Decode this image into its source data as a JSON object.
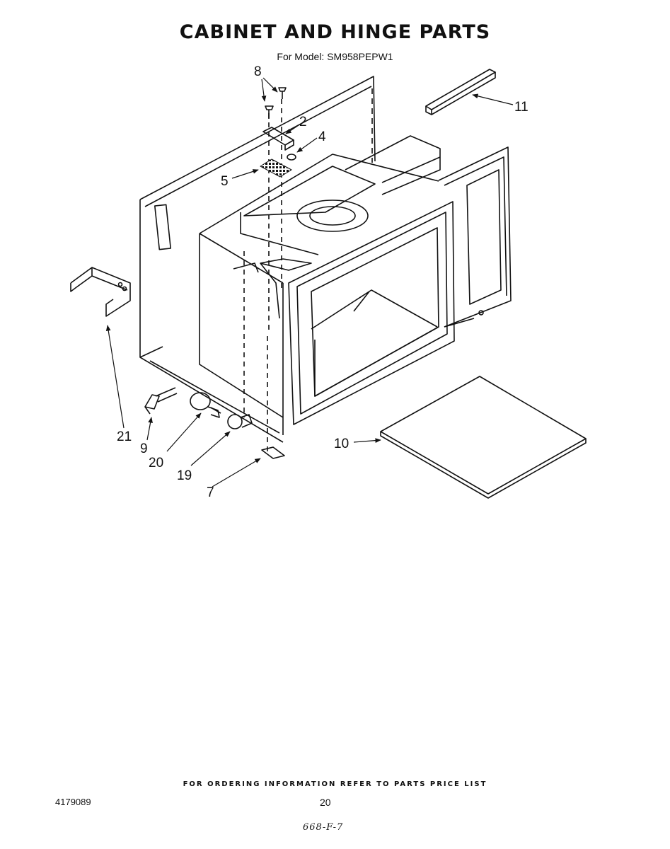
{
  "header": {
    "title": "CABINET AND HINGE PARTS",
    "subtitle": "For Model: SM958PEPW1"
  },
  "callouts": [
    {
      "id": "c8",
      "label": "8"
    },
    {
      "id": "c11",
      "label": "11"
    },
    {
      "id": "c2",
      "label": "2"
    },
    {
      "id": "c4",
      "label": "4"
    },
    {
      "id": "c5",
      "label": "5"
    },
    {
      "id": "c21",
      "label": "21"
    },
    {
      "id": "c9",
      "label": "9"
    },
    {
      "id": "c20",
      "label": "20"
    },
    {
      "id": "c19",
      "label": "19"
    },
    {
      "id": "c7",
      "label": "7"
    },
    {
      "id": "c10",
      "label": "10"
    }
  ],
  "footer": {
    "ordering_note": "FOR ORDERING INFORMATION REFER TO PARTS PRICE LIST",
    "doc_number": "4179089",
    "page_number": "20",
    "handwritten_note": "668-F-7"
  }
}
